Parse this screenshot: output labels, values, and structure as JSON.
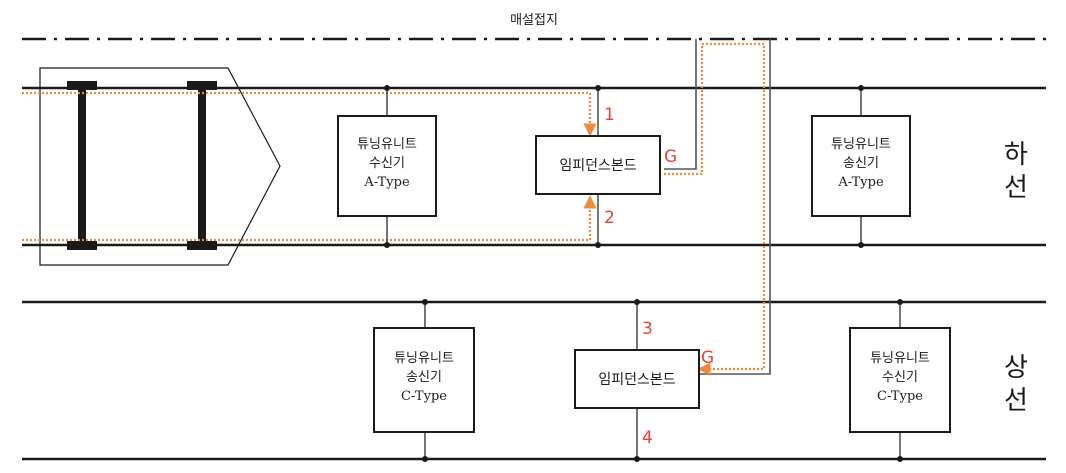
{
  "colors": {
    "line": "#1a1a1a",
    "rail_sleeper": "#1a1a1a",
    "signal_path": "#f08a3c",
    "marker_red": "#e8413a",
    "box_fill": "#ffffff"
  },
  "ground_line_label": "매설접지",
  "track_labels": {
    "down": [
      "하",
      "선"
    ],
    "up": [
      "상",
      "선"
    ]
  },
  "boxes": {
    "rx_a": {
      "lines": [
        "튜닝유니트",
        "수신기",
        "A-Type"
      ]
    },
    "imp_top": {
      "lines": [
        "임피던스본드"
      ]
    },
    "tx_a": {
      "lines": [
        "튜닝유니트",
        "송신기",
        "A-Type"
      ]
    },
    "tx_c": {
      "lines": [
        "튜닝유니트",
        "송신기",
        "C-Type"
      ]
    },
    "imp_bot": {
      "lines": [
        "임피던스본드"
      ]
    },
    "rx_c": {
      "lines": [
        "튜닝유니트",
        "수신기",
        "C-Type"
      ]
    }
  },
  "markers": {
    "m1": "1",
    "m2": "2",
    "m3": "3",
    "m4": "4",
    "g_top": "G",
    "g_bot": "G"
  }
}
